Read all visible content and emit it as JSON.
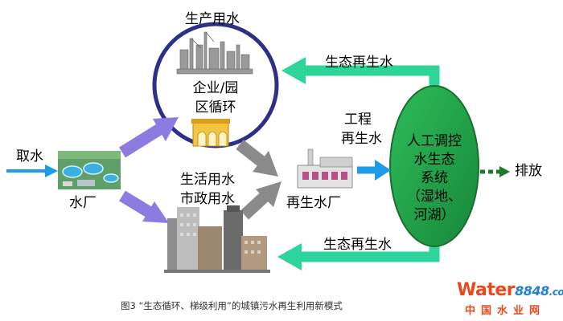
{
  "labels": {
    "production_water": "生产用水",
    "enterprise_line1": "企业/园",
    "enterprise_line2": "区循环",
    "intake": "取水",
    "waterworks": "水厂",
    "domestic_line1": "生活用水",
    "domestic_line2": "市政用水",
    "reclaim_plant": "再生水厂",
    "engineering_line1": "工程",
    "engineering_line2": "再生水",
    "eco_top": "生态再生水",
    "eco_bottom": "生态再生水",
    "eco_line1": "人工调控",
    "eco_line2": "水生态",
    "eco_line3": "系统",
    "eco_line4": "（湿地、",
    "eco_line5": "河湖）",
    "discharge": "排放"
  },
  "caption": "图3 “生态循环、梯级利用”的城镇污水再生利用新模式",
  "watermark": {
    "brand_word": "Water",
    "brand_number": "8848",
    "brand_suffix": ".com",
    "cn_name": "中国水业网"
  },
  "colors": {
    "circle_border": "#2e2f86",
    "eco_fill": "#22a14a",
    "eco_arrow": "#2fd49a",
    "purple_arrow": "#8c7be0",
    "gray_arrow": "#8a8a8a",
    "blue_arrow": "#1e9be6",
    "discharge_arrow": "#1e7b2e"
  }
}
